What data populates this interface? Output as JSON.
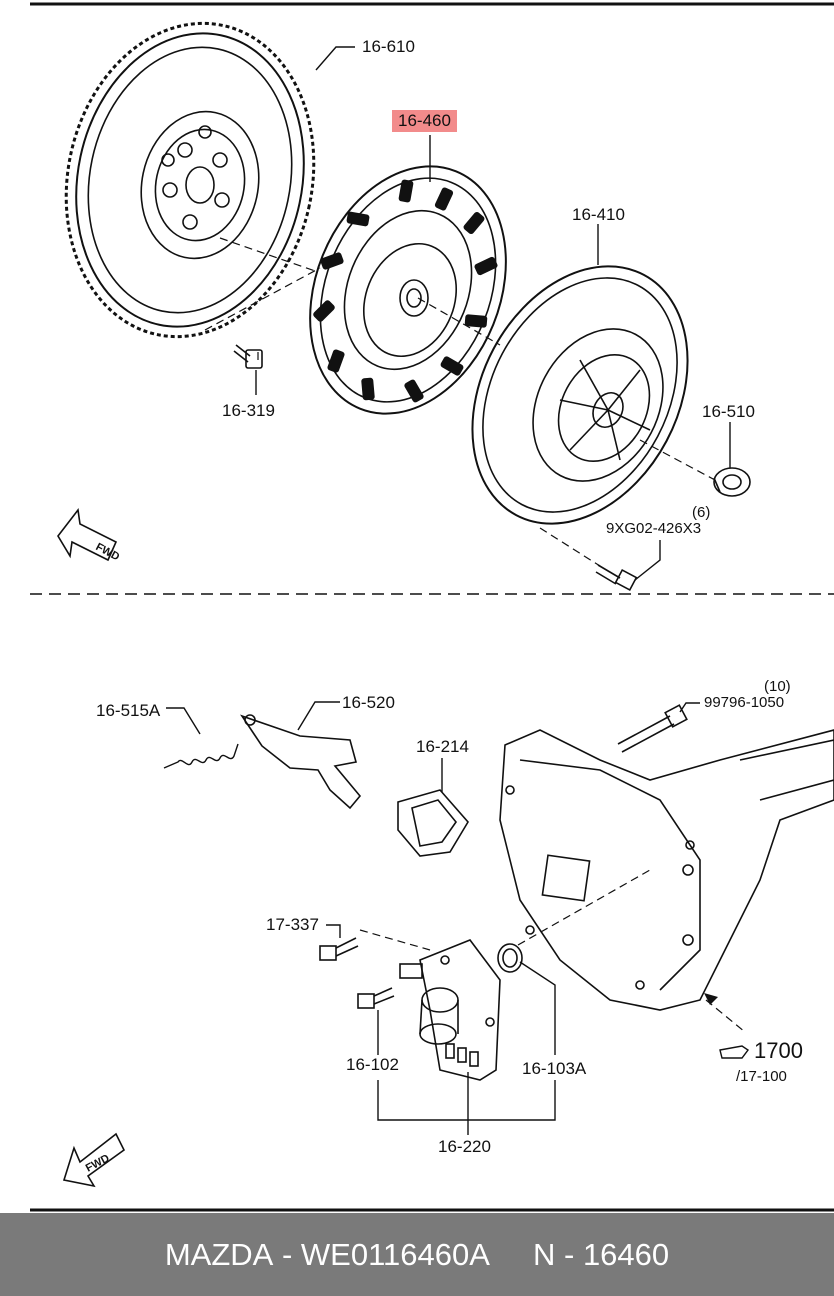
{
  "parts_upper": {
    "flywheel": "16-610",
    "clutch_disc": "16-460",
    "pressure_plate": "16-410",
    "flywheel_bolt": "16-319",
    "release_bearing": "16-510",
    "bolt_qty": "(6)",
    "bolt_code": "9XG02-426X3",
    "fwd": "FWD"
  },
  "parts_lower": {
    "spring": "16-515A",
    "fork": "16-520",
    "boot": "16-214",
    "bolt_17": "17-337",
    "bolt_qty": "(10)",
    "bolt_code": "99796-1050",
    "bolt_102": "16-102",
    "seal": "16-103A",
    "cylinder_assy": "16-220",
    "ref_main": "1700",
    "ref_sub": "/17-100",
    "fwd": "FWD"
  },
  "footer": {
    "brand": "MAZDA",
    "sep1": " - ",
    "part_number": "WE0116460A",
    "gap": "     ",
    "n_label": "N",
    "sep2": " - ",
    "n_value": "16460"
  },
  "colors": {
    "highlight": "#f28b8b",
    "footer_bg": "#7a7a7a",
    "line": "#111111"
  }
}
